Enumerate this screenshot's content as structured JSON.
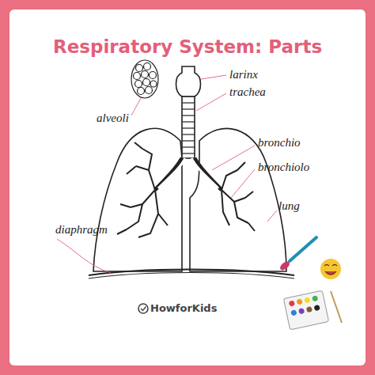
{
  "diagram": {
    "title": "Respiratory System: Parts",
    "labels": [
      "alveoli",
      "larinx",
      "trachea",
      "bronchio",
      "bronchiolo",
      "lung",
      "diaphragm",
      "HowforKids"
    ]
  }
}
